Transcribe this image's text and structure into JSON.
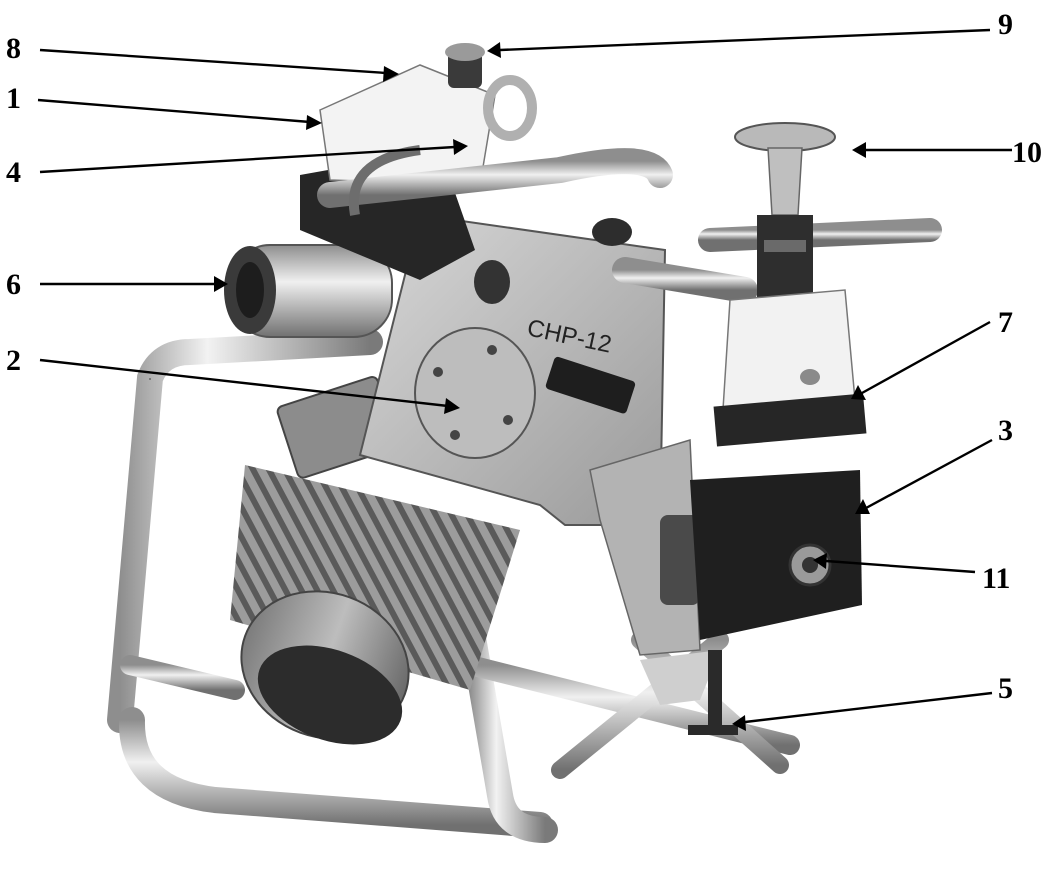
{
  "figure": {
    "subject": "machine-photo",
    "machine_nameplate": "CHP-12",
    "callouts": [
      {
        "id": "1",
        "label": "1"
      },
      {
        "id": "2",
        "label": "2"
      },
      {
        "id": "3",
        "label": "3"
      },
      {
        "id": "4",
        "label": "4"
      },
      {
        "id": "5",
        "label": "5"
      },
      {
        "id": "6",
        "label": "6"
      },
      {
        "id": "7",
        "label": "7"
      },
      {
        "id": "8",
        "label": "8"
      },
      {
        "id": "9",
        "label": "9"
      },
      {
        "id": "10",
        "label": "10"
      },
      {
        "id": "11",
        "label": "11"
      }
    ],
    "colors": {
      "background": "#ffffff",
      "annotation": "#000000",
      "metal_light": "#d2d2d2",
      "metal_mid": "#a8a8a8",
      "metal_dark": "#3a3a3a"
    }
  }
}
